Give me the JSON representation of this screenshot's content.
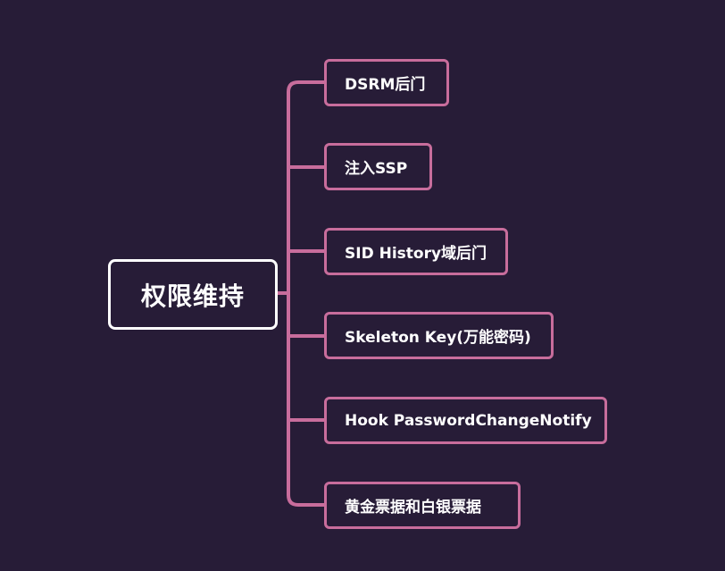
{
  "colors": {
    "background": "#271c37",
    "branch": "#c86d9c",
    "root_border": "#ffffff",
    "text": "#ffffff"
  },
  "root": {
    "label": "权限维持"
  },
  "children": [
    {
      "label": "DSRM后门"
    },
    {
      "label": "注入SSP"
    },
    {
      "label": "SID History域后门"
    },
    {
      "label": "Skeleton Key(万能密码)"
    },
    {
      "label": "Hook PasswordChangeNotify"
    },
    {
      "label": "黄金票据和白银票据"
    }
  ]
}
